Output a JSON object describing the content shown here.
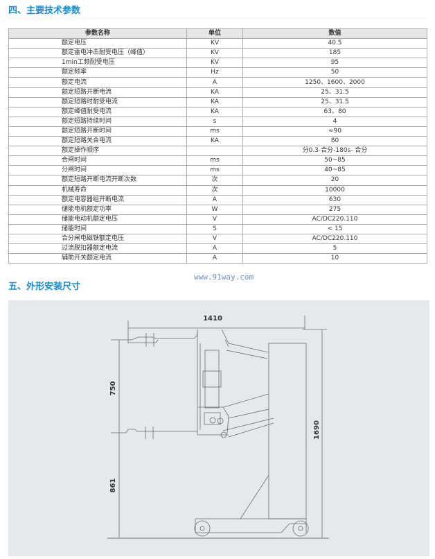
{
  "section4": {
    "title": "四、主要技术参数"
  },
  "table": {
    "headers": [
      "参数名称",
      "单位",
      "数值"
    ],
    "rows": [
      [
        "额定电压",
        "KV",
        "40.5"
      ],
      [
        "额定雷电冲击耐受电压（峰值）",
        "KV",
        "185"
      ],
      [
        "1min工频耐受电压",
        "KV",
        "95"
      ],
      [
        "额定频率",
        "Hz",
        "50"
      ],
      [
        "额定电流",
        "A",
        "1250、1600、2000"
      ],
      [
        "额定短路开断电流",
        "KA",
        "25、31.5"
      ],
      [
        "额定短路时耐受电流",
        "KA",
        "25、31.5"
      ],
      [
        "额定峰值耐受电流",
        "KA",
        "63、80"
      ],
      [
        "额定短路持续时间",
        "s",
        "4"
      ],
      [
        "额定短路开断时间",
        "ms",
        "≈90"
      ],
      [
        "额定短路关合电流",
        "KA",
        "80"
      ],
      [
        "额定操作顺序",
        "",
        "分0.3-合分-180s- 合分"
      ],
      [
        "合闸时间",
        "ms",
        "50~85"
      ],
      [
        "分闸时间",
        "ms",
        "40~85"
      ],
      [
        "额定短路开断电流开断次数",
        "次",
        "20"
      ],
      [
        "机械寿命",
        "次",
        "10000"
      ],
      [
        "额定电容器组开断电流",
        "A",
        "630"
      ],
      [
        "储能电机额定功率",
        "W",
        "275"
      ],
      [
        "储能电动机额定电压",
        "V",
        "AC/DC220.110"
      ],
      [
        "储能时间",
        "S",
        "< 15"
      ],
      [
        "合分闸电磁铁额定电压",
        "V",
        "AC/DC220.110"
      ],
      [
        "过流脱扣器额定电流",
        "A",
        "5"
      ],
      [
        "辅助开关额定电流",
        "A",
        "10"
      ]
    ]
  },
  "watermark": "www.91way.com",
  "section5": {
    "title": "五、外形安装尺寸"
  },
  "drawing": {
    "dim_width": "1410",
    "dim_upper": "750",
    "dim_lower": "861",
    "dim_height": "1690"
  }
}
